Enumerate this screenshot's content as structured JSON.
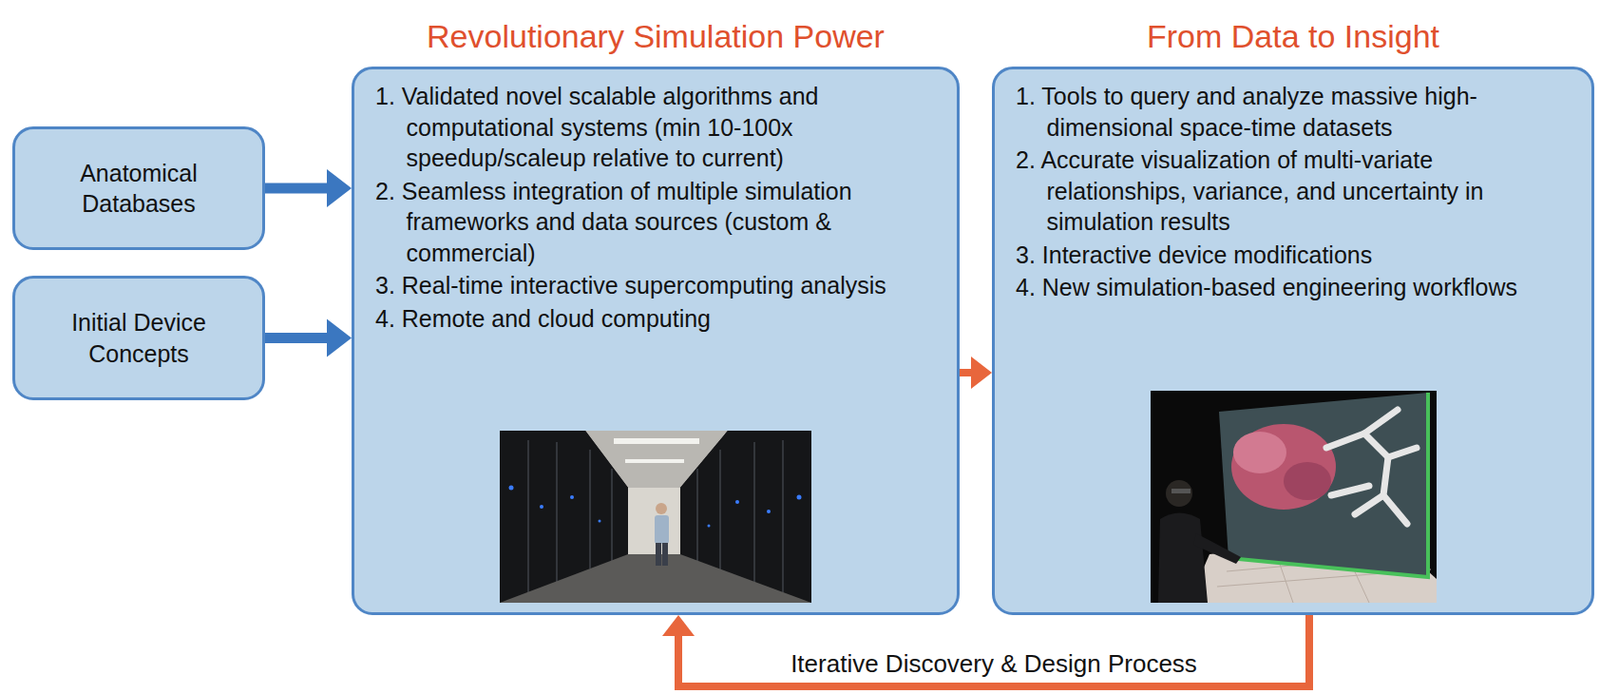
{
  "diagram": {
    "nodes": [
      {
        "text": [
          "Anatomical Databases"
        ]
      },
      {
        "text": [
          "Initial Device Concepts"
        ]
      },
      {
        "text": [
          "Revolutionary Simulation Power",
          "1. Validated novel scalable algorithms and computational systems (min 10-100x speedup/scaleup relative to current)",
          "2. Seamless integration of multiple simulation frameworks and data sources (custom & commercial)",
          "3. Real-time interactive supercomputing analysis",
          "4. Remote and cloud computing"
        ]
      },
      {
        "text": [
          "From Data to Insight",
          "1. Tools to query and analyze massive high-dimensional space-time datasets",
          "2. Accurate visualization of multi-variate relationships, variance, and uncertainty in simulation results",
          "3. Interactive device modifications",
          "4. New simulation-based engineering workflows"
        ]
      }
    ],
    "edges": [
      {
        "from": 0,
        "to": 2,
        "arrow": "to"
      },
      {
        "from": 1,
        "to": 2,
        "arrow": "to"
      },
      {
        "from": 2,
        "to": 3,
        "arrow": "to"
      },
      {
        "from": 3,
        "to": 2,
        "arrow": "to",
        "label": "Iterative Discovery & Design Process"
      }
    ]
  }
}
